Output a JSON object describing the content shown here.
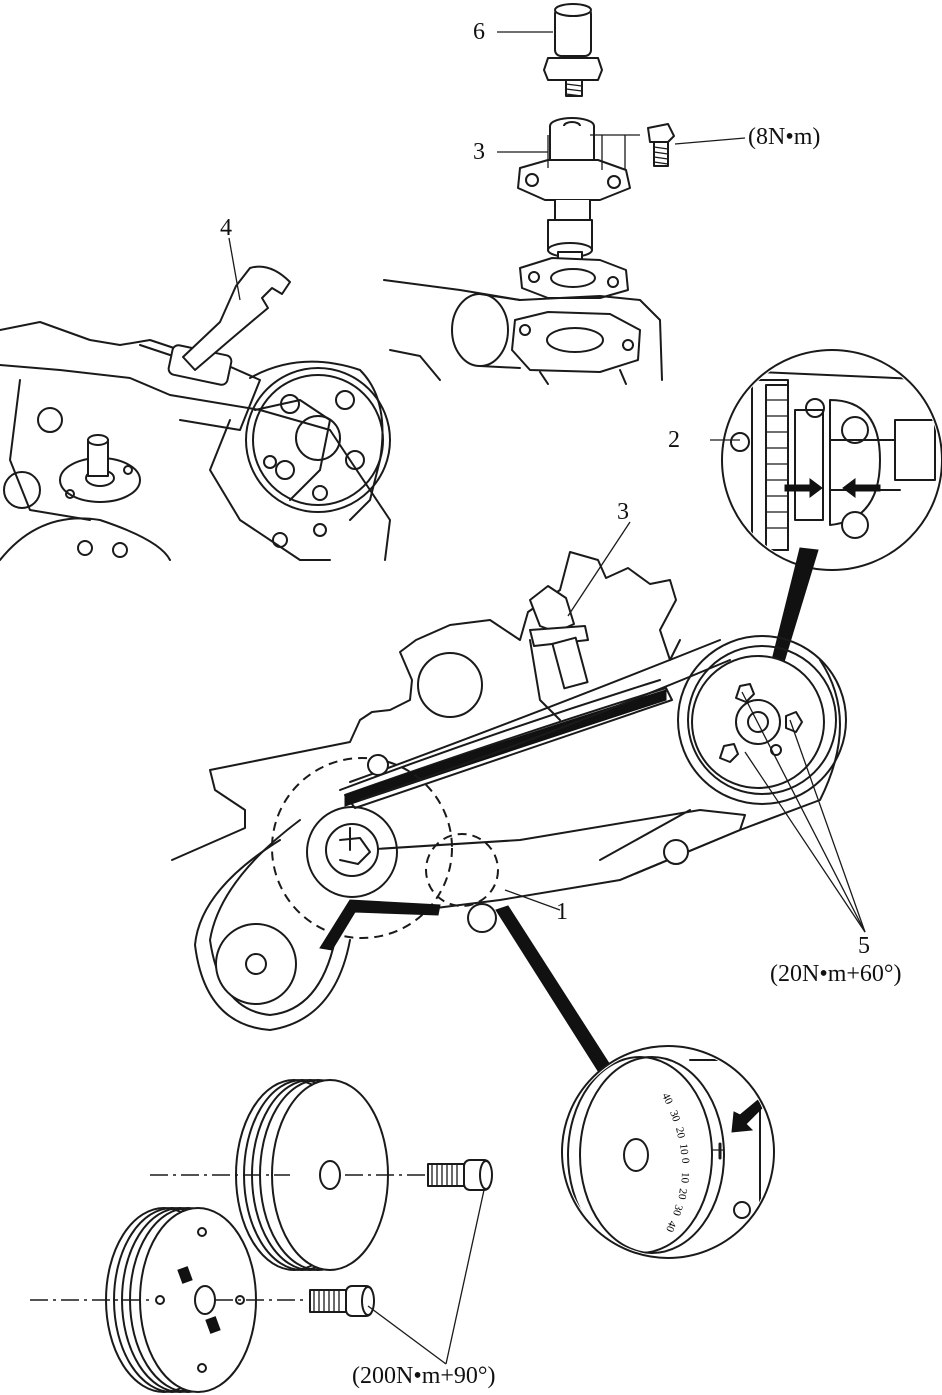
{
  "labels": {
    "part_6": "6",
    "part_3_top": "3",
    "torque_bolt_8": "(8N•m)",
    "part_4": "4",
    "part_2": "2",
    "part_3_mid": "3",
    "part_1": "1",
    "part_5": "5",
    "torque_camshaft": "(20N•m+60°)",
    "torque_crank": "(200N•m+90°)"
  },
  "scale_marks": {
    "upper": [
      "40",
      "30",
      "20",
      "10",
      "0"
    ],
    "lower": [
      "10",
      "20",
      "30",
      "40"
    ]
  },
  "icons": [
    "wrench-icon",
    "tensioner-icon",
    "bolt-icon",
    "sprocket-icon",
    "chain-icon",
    "pulley-icon",
    "arrow-icon"
  ]
}
